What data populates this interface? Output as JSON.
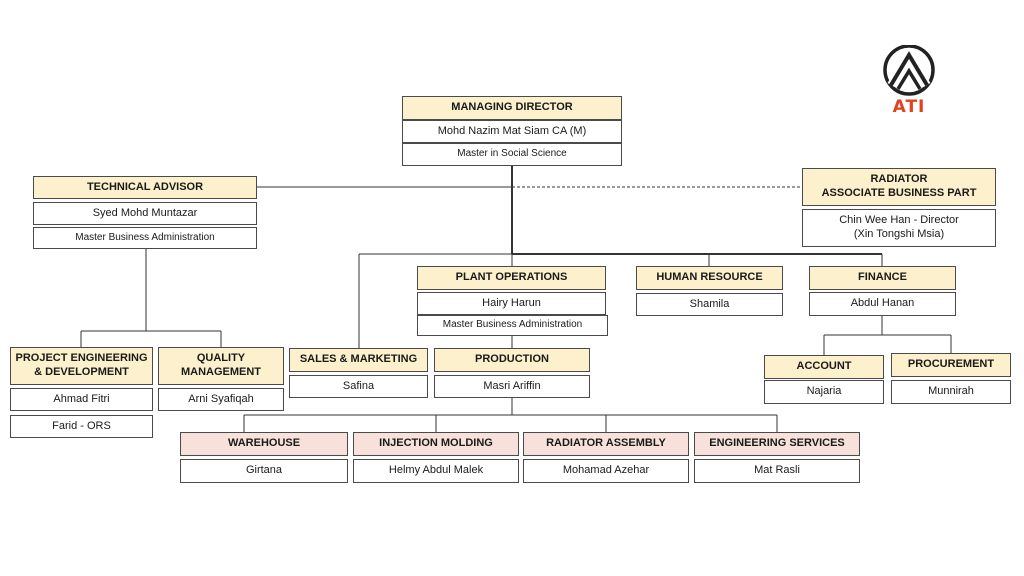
{
  "logo": {
    "text": "ATI",
    "accent": "#e2431e"
  },
  "managing_director": {
    "title": "MANAGING DIRECTOR",
    "name": "Mohd Nazim Mat Siam CA (M)",
    "qualification": "Master in Social Science"
  },
  "technical_advisor": {
    "title": "TECHNICAL ADVISOR",
    "name": "Syed Mohd Muntazar",
    "qualification": "Master Business Administration"
  },
  "radiator_partner": {
    "title_line1": "RADIATOR",
    "title_line2": "ASSOCIATE BUSINESS PART",
    "name_line1": "Chin Wee Han  - Director",
    "name_line2": "(Xin Tongshi Msia)"
  },
  "project_engineering": {
    "title_line1": "PROJECT ENGINEERING",
    "title_line2": "& DEVELOPMENT",
    "members": [
      "Ahmad Fitri",
      "Farid - ORS"
    ]
  },
  "quality_management": {
    "title_line1": "QUALITY",
    "title_line2": "MANAGEMENT",
    "name": "Arni Syafiqah"
  },
  "sales_marketing": {
    "title": "SALES & MARKETING",
    "name": "Safina"
  },
  "plant_operations": {
    "title": "PLANT OPERATIONS",
    "name": "Hairy Harun",
    "qualification": "Master Business Administration"
  },
  "production": {
    "title": "PRODUCTION",
    "name": "Masri Ariffin"
  },
  "human_resource": {
    "title": "HUMAN RESOURCE",
    "name": "Shamila"
  },
  "finance": {
    "title": "FINANCE",
    "name": "Abdul Hanan"
  },
  "account": {
    "title": "ACCOUNT",
    "name": "Najaria"
  },
  "procurement": {
    "title": "PROCUREMENT",
    "name": "Munnirah"
  },
  "warehouse": {
    "title": "WAREHOUSE",
    "name": "Girtana"
  },
  "injection_molding": {
    "title": "INJECTION MOLDING",
    "name": "Helmy Abdul Malek"
  },
  "radiator_assembly": {
    "title": "RADIATOR ASSEMBLY",
    "name": "Mohamad Azehar"
  },
  "engineering_services": {
    "title": "ENGINEERING SERVICES",
    "name": "Mat Rasli"
  }
}
